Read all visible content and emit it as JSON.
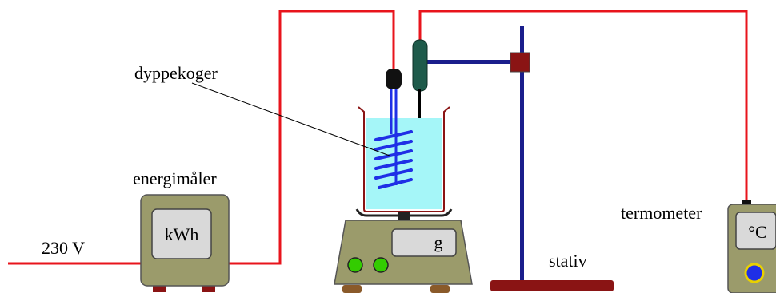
{
  "labels": {
    "immersion_heater": "dyppekoger",
    "energy_meter": "energimåler",
    "voltage": "230 V",
    "thermometer": "termometer",
    "stand": "stativ"
  },
  "displays": {
    "energy_meter_unit": "kWh",
    "scale_unit": "g",
    "thermometer_unit": "°C"
  },
  "colors": {
    "wire": "#e8141c",
    "device_body": "#9b9b6b",
    "display": "#d9d9d9",
    "water": "#a5f6f8",
    "heater_coil": "#1f2fe6",
    "stand": "#1a1e8c",
    "stand_base": "#8a1414",
    "clamp": "#8a1414",
    "thermometer_probe": "#1e5a4a",
    "scale_buttons": "#33cc00",
    "thermometer_knob": "#1f2fe6"
  }
}
